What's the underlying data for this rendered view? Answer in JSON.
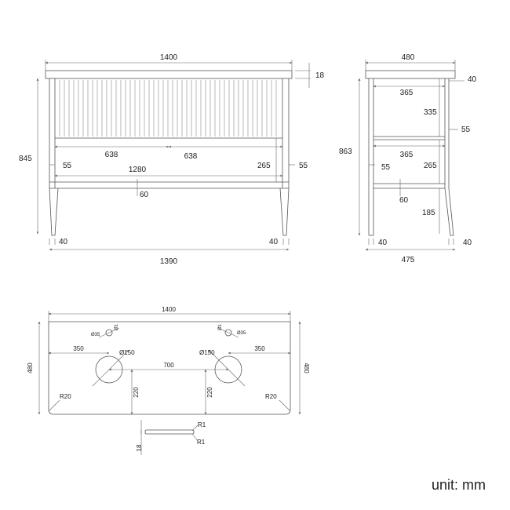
{
  "front_view": {
    "width_top": "1400",
    "top_thickness": "18",
    "height": "845",
    "drawer_left": "638",
    "drawer_right": "638",
    "inset_left": "55",
    "inner_width": "1280",
    "inner_drop": "265",
    "inset_right": "55",
    "rail": "60",
    "foot_left": "40",
    "foot_right": "40",
    "base_width": "1390"
  },
  "side_view": {
    "depth_top": "480",
    "overhang": "40",
    "upper_depth": "365",
    "upper_height": "335",
    "rail_height": "55",
    "overall_height": "863",
    "lower_depth": "365",
    "inset": "55",
    "lower_height": "265",
    "rail": "60",
    "leg_height": "185",
    "foot_left": "40",
    "foot_right": "40",
    "base_depth": "475"
  },
  "top_view": {
    "width": "1400",
    "depth_left": "480",
    "depth_right": "480",
    "tap_left": "Ø35",
    "tap_left_small": "Ø1",
    "tap_right": "Ø35",
    "tap_right_small": "Ø1",
    "offset_left": "350",
    "offset_right": "350",
    "basin_left": "Ø150",
    "basin_right": "Ø150",
    "basin_spacing": "700",
    "basin_y_left": "220",
    "basin_y_right": "220",
    "corner_left": "R20",
    "corner_right": "R20"
  },
  "edge_detail": {
    "radius_top": "R1",
    "radius_bottom": "R1",
    "thickness": "18"
  },
  "unit_note": "unit: mm"
}
